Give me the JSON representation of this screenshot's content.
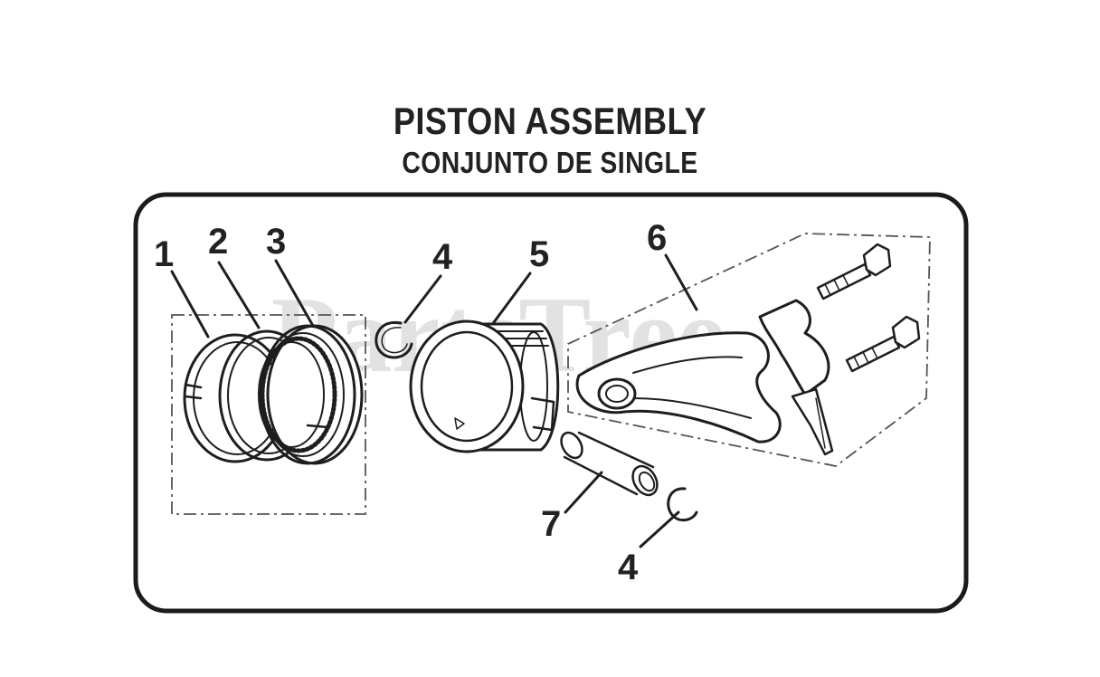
{
  "title": "PISTON ASSEMBLY",
  "subtitle": "CONJUNTO DE SINGLE",
  "watermark": "PartsTree",
  "callouts": {
    "c1": "1",
    "c2": "2",
    "c3": "3",
    "c4a": "4",
    "c5": "5",
    "c6": "6",
    "c7": "7",
    "c4b": "4"
  },
  "colors": {
    "ink": "#222222",
    "watermark": "#d9d9d9",
    "background": "#ffffff"
  }
}
